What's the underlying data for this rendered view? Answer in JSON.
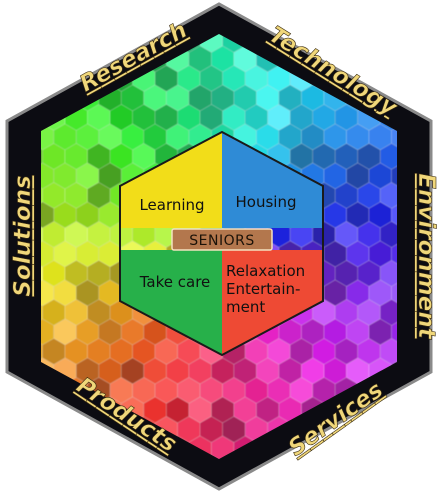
{
  "diagram": {
    "center": "SENIORS",
    "sectors": {
      "learning": "Learning",
      "housing": "Housing",
      "take_care": "Take care",
      "relaxation_line1": "Relaxation",
      "relaxation_line2": "Entertain-",
      "relaxation_line3": "ment"
    },
    "edges": {
      "research": "Research",
      "technology": "Technology",
      "environment": "Environment",
      "services": "Services",
      "products": "Products",
      "solutions": "Solutions"
    },
    "colors": {
      "frame": "#0c0c12",
      "frame_outline": "#8a8a8a",
      "learning": "#f2dd19",
      "housing": "#2f8bd6",
      "take_care": "#27b04a",
      "relaxation": "#ee4a34",
      "label_gold": "#f0d77a",
      "seniors_box": "#b3774d"
    }
  }
}
